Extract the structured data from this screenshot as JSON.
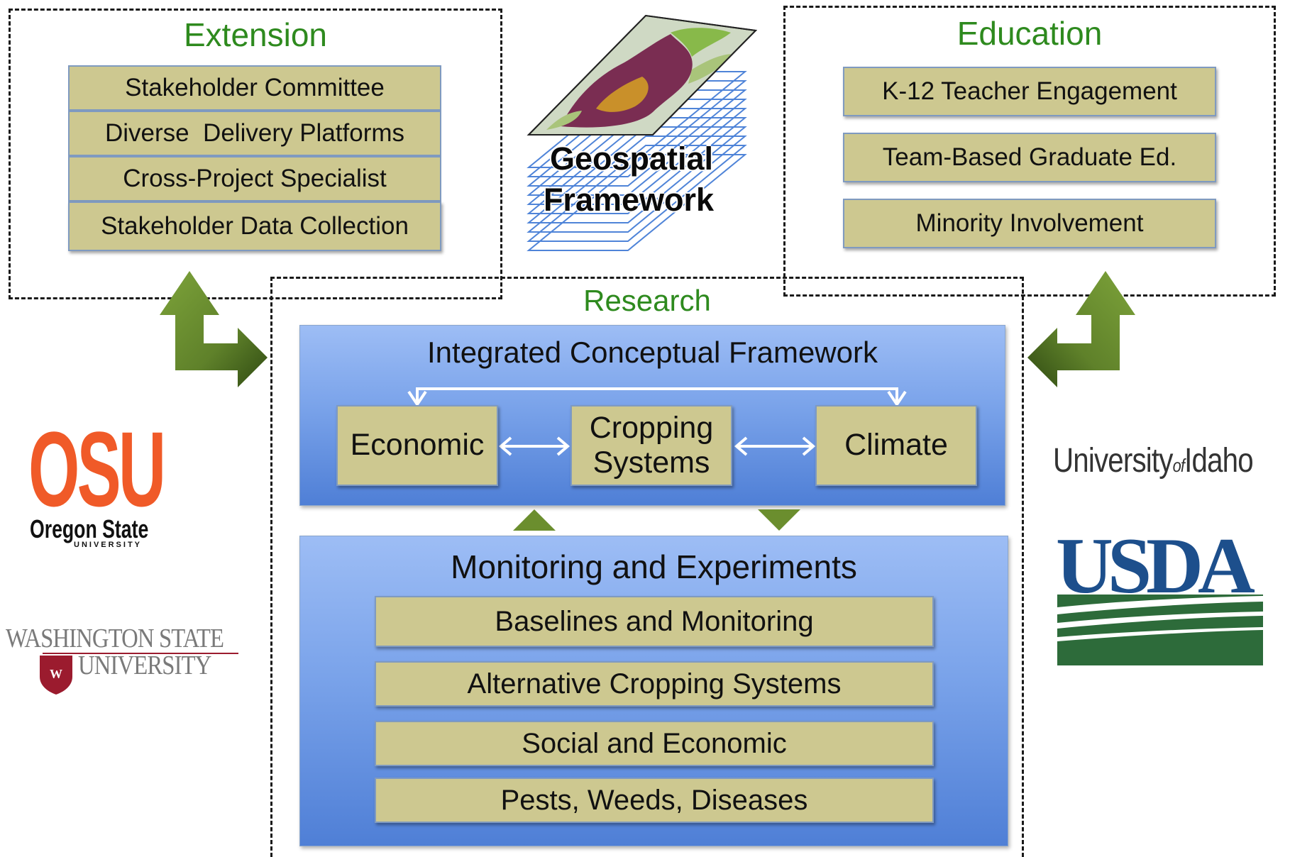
{
  "extension": {
    "title": "Extension",
    "items": [
      "Stakeholder Committee",
      "Diverse  Delivery Platforms",
      "Cross-Project Specialist",
      "Stakeholder Data Collection"
    ]
  },
  "education": {
    "title": "Education",
    "items": [
      "K-12 Teacher Engagement",
      "Team-Based Graduate Ed.",
      "Minority Involvement"
    ]
  },
  "geospatial": {
    "line1": "Geospatial",
    "line2": "Framework"
  },
  "research": {
    "title": "Research",
    "framework": {
      "title": "Integrated Conceptual Framework",
      "economic": "Economic",
      "cropping_line1": "Cropping",
      "cropping_line2": "Systems",
      "climate": "Climate"
    },
    "monitoring": {
      "title": "Monitoring and Experiments",
      "items": [
        "Baselines and Monitoring",
        "Alternative Cropping Systems",
        "Social and Economic",
        "Pests, Weeds, Diseases"
      ]
    }
  },
  "logos": {
    "osu_mark": "OSU",
    "osu_name": "Oregon State",
    "osu_sub": "UNIVERSITY",
    "wsu_line1": "WASHINGTON STATE",
    "wsu_line2": "UNIVERSITY",
    "uidaho_a": "University",
    "uidaho_of": "of",
    "uidaho_b": "Idaho",
    "usda": "USDA"
  },
  "colors": {
    "section_title": "#2e8a1e",
    "tan_box": "#cdc890",
    "blue_top": "#9dbdf5",
    "blue_bottom": "#4f7fd6",
    "arrow_green": "#6b8e2e",
    "osu_orange": "#f05a28",
    "wsu_crimson": "#9b1b2e",
    "usda_blue": "#1d4f8c",
    "usda_green": "#2d6b3a"
  }
}
